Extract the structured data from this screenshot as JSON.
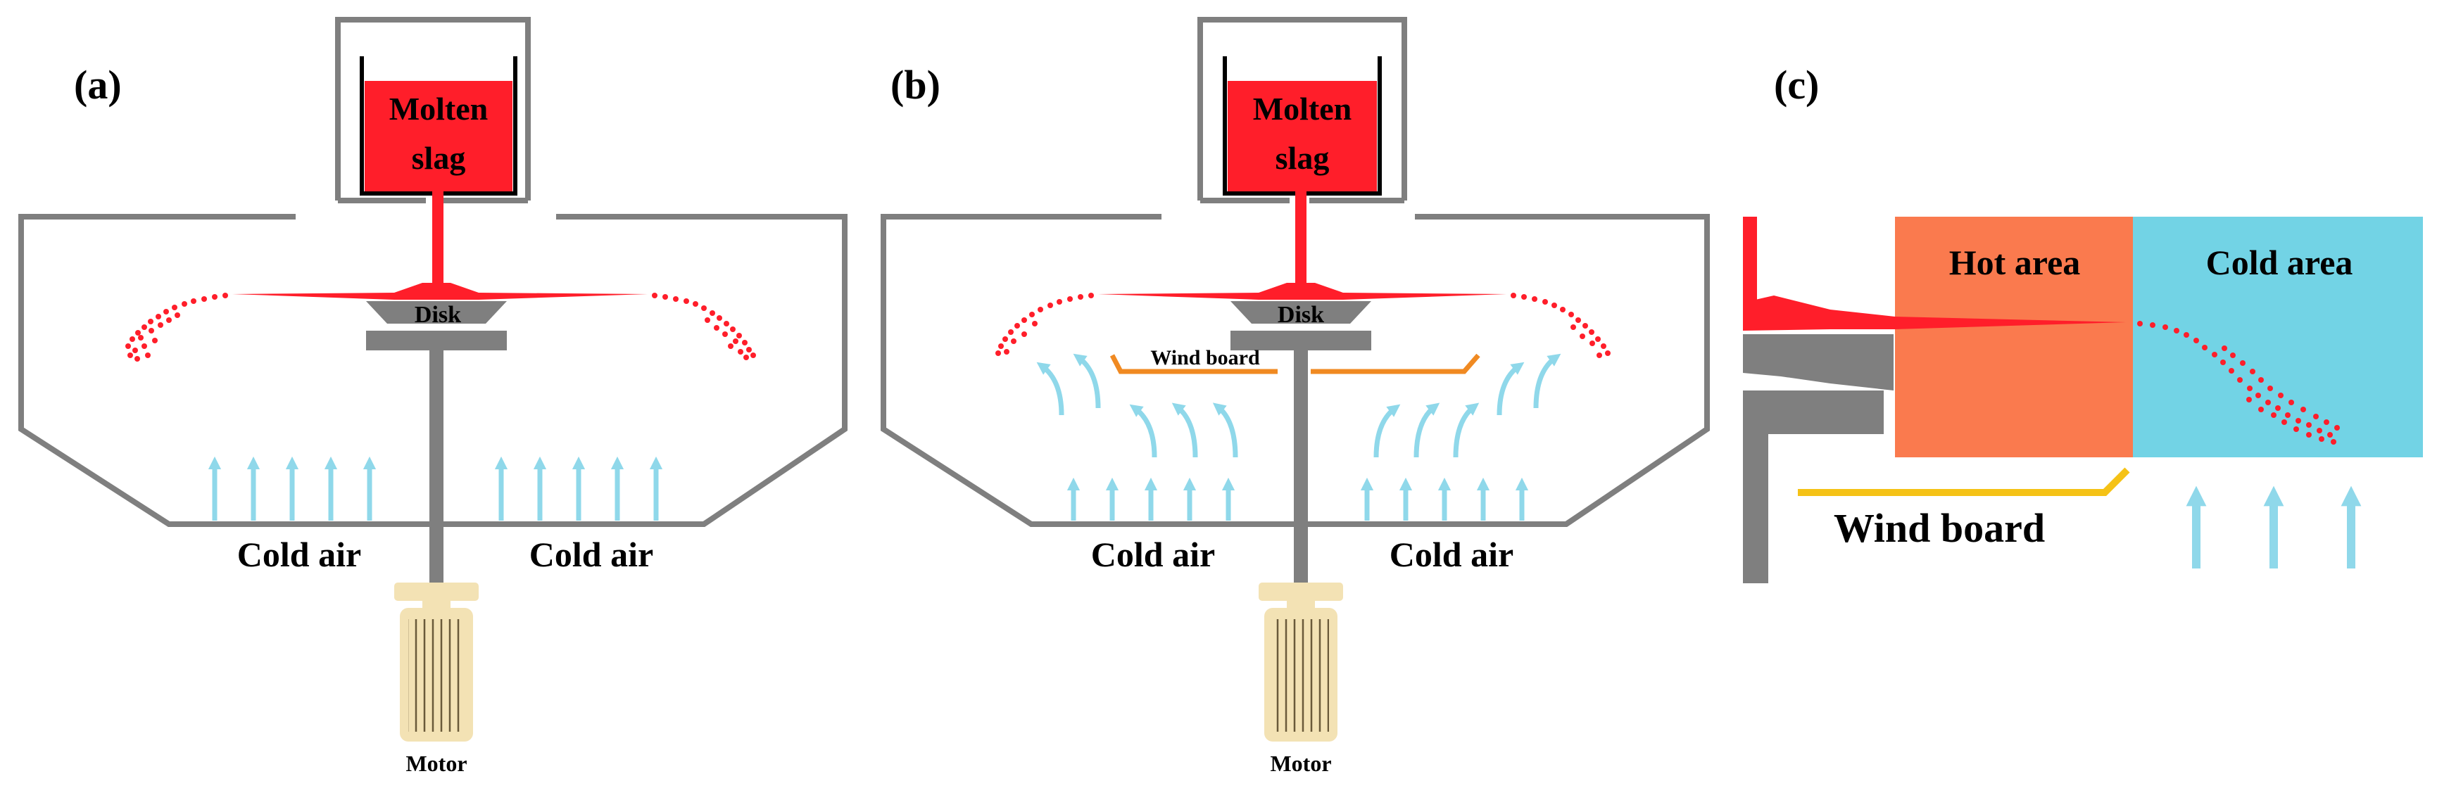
{
  "panels": [
    {
      "label": "(a)",
      "slag_label_line1": "Molten",
      "slag_label_line2": "slag",
      "disk_label": "Disk",
      "motor_label": "Motor",
      "cold_air_left": "Cold air",
      "cold_air_right": "Cold air"
    },
    {
      "label": "(b)",
      "slag_label_line1": "Molten",
      "slag_label_line2": "slag",
      "disk_label": "Disk",
      "motor_label": "Motor",
      "wind_board_label": "Wind board",
      "cold_air_left": "Cold air",
      "cold_air_right": "Cold air"
    },
    {
      "label": "(c)",
      "hot_area_label": "Hot area",
      "cold_area_label": "Cold area",
      "wind_board_label": "Wind board"
    }
  ],
  "colors": {
    "slag": "#ff1e2a",
    "outline": "#7f7f7f",
    "air_arrow": "#8fd8ea",
    "hot_area": "#fa7a4e",
    "cold_area": "#72d3e5",
    "wind_board_b": "#f08a22",
    "wind_board_c": "#f5c216",
    "motor": "#f3e2b4"
  }
}
